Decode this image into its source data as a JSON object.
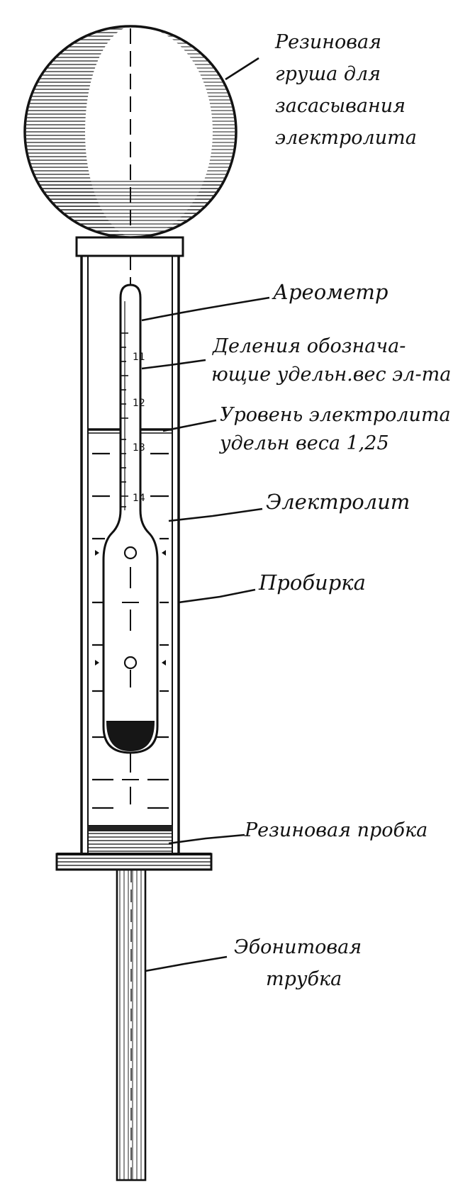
{
  "labels": {
    "bulb": [
      "Резиновая",
      "груша для",
      "засасывания",
      "электролита"
    ],
    "hydrometer": "Ареометр",
    "divisions": [
      "Деления обознача-",
      "ющие удельн.вес эл-та"
    ],
    "level": [
      "Уровень электролита",
      "удельн веса 1,25"
    ],
    "electrolyte": "Электролит",
    "tube": "Пробирка",
    "stopper": "Резиновая пробка",
    "ebonite": [
      "Эбонитовая",
      "трубка"
    ]
  },
  "scale_marks": [
    "11",
    "12",
    "13",
    "14"
  ],
  "colors": {
    "ink": "#111111",
    "paper": "#ffffff"
  }
}
